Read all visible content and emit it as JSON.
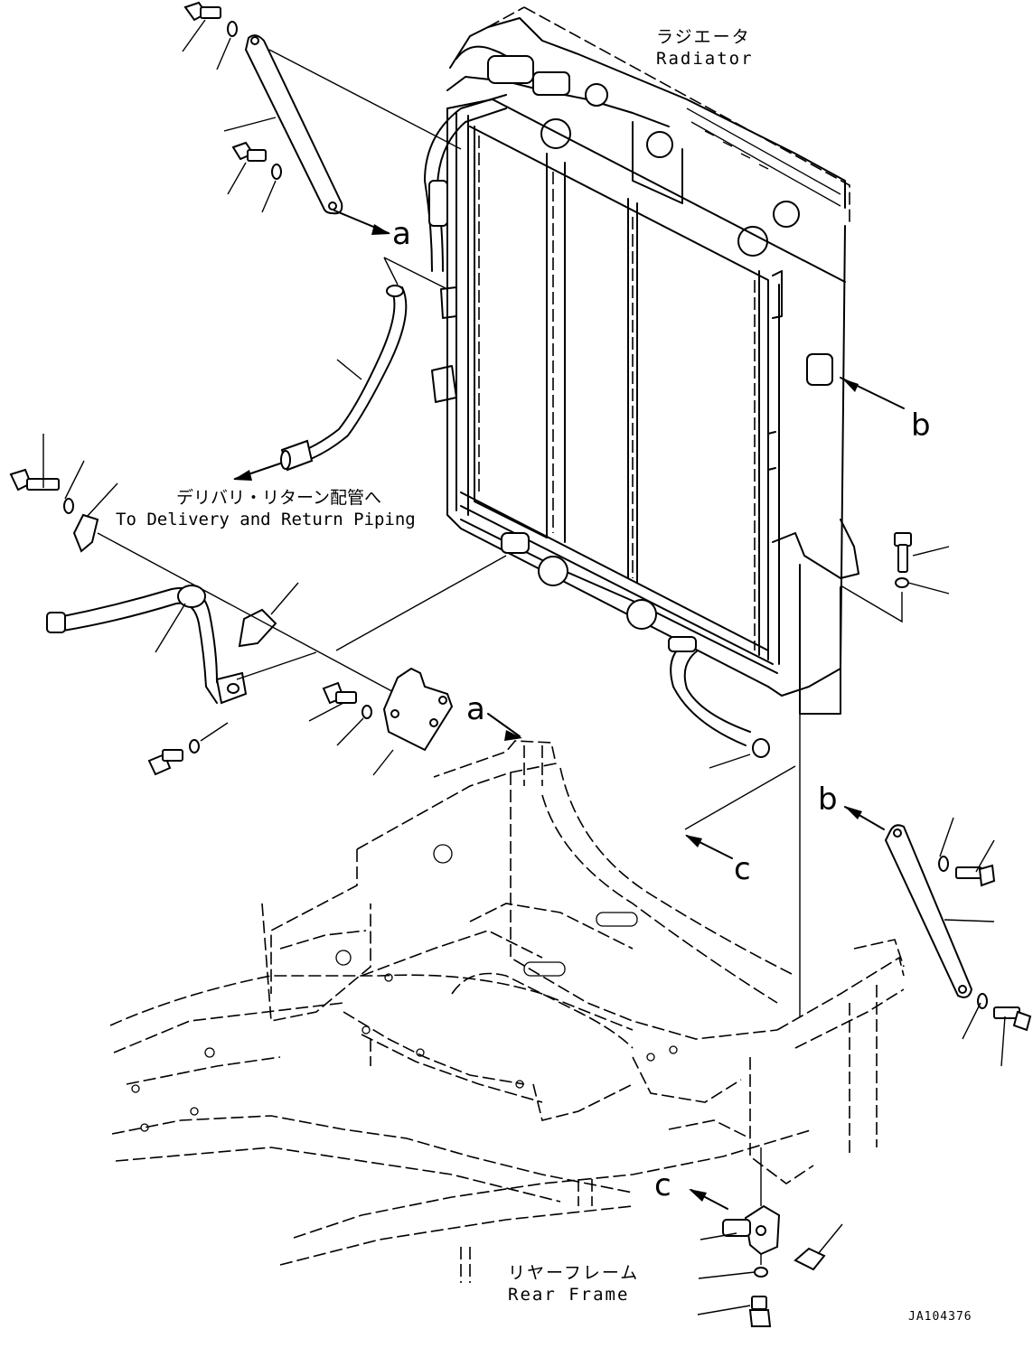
{
  "labels": {
    "radiator_jp": "ラジエータ",
    "radiator_en": "Radiator",
    "delivery_jp": "デリバリ・リターン配管へ",
    "delivery_en": "To Delivery and Return Piping",
    "rear_frame_jp": "リヤーフレーム",
    "rear_frame_en": "Rear Frame"
  },
  "view_markers": {
    "a_top": "a",
    "a_mid": "a",
    "b_right": "b",
    "b_lower": "b",
    "c_mid": "c",
    "c_lower": "c"
  },
  "reference_code": "JA104376"
}
